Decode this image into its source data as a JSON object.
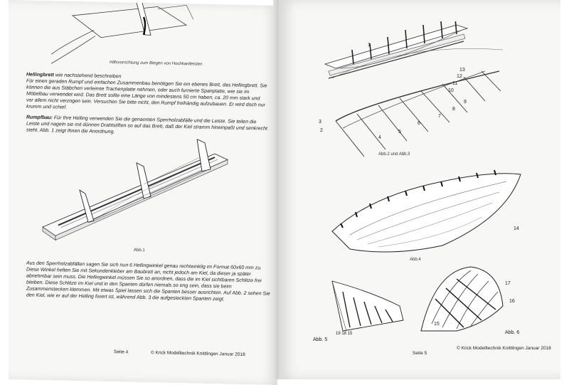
{
  "left_page": {
    "caption_top": "Hilfsvorrichtung zum Biegen von Hochkantleisten",
    "helling_heading": "Hellingbrett",
    "helling_heading_suffix": " wie nachstehend beschreiben",
    "para1": "Für einen geraden Rumpf und einfachen Zusammenbau benötigen Sie ein ebenes Brett, das Hellingbrett. Sie können die aus Stäbchen verleimte Trachenplatte nehmen, oder auch furnierte Spanplatte, wie sie im Möbelbau verwendet wird. Das Brett sollte eine Länge von mindestens 50 cm haben, ca. 20 mm stark und vor allem nicht verzogen sein. Versuchen Sie bitte nicht, den Rumpf freihändig aufzubauen. Er wird doch nur krumm und schief.",
    "rumpf_heading": "Rumpfbau:",
    "para2": "Für Ihre Helling verwenden Sie die genannten Sperrholzabfälle und die Leiste. Sie teilen die Leiste und nageln sie mit dünnen Drahtstiften so auf das Brett, daß der Kiel stramm hineinpaßt und senkrecht steht. Abb. 1 zeigt Ihnen die Anordnung.",
    "fig_caption": "Abb.1",
    "para3": "Aus den Sperrholzabfällen sagen Sie sich nun 6 Hellingwinkel genau rechtwinklig im Format 60x60 mm zu. Diese Winkel heften Sie mit Sekundenkleber am Baubrett an, nicht jedoch am Kiel, da dieser ja später abnehmbar sein muss. Die Hellingwinkel müssen Sie so anordnen, dass die im Kiel sichtbaren Schlitze frei bleiben. Diese Schlitze im Kiel und in den Spanten dürfen niemals so eng sein, dass sie beim Zusammenstecken klemmen. Mit etwas Spiel lassen sich die Spanten besser ausrichten. Auf Abb. 2 sehen Sie den Kiel, wie er auf der Helling fixiert ist, während Abb. 3 die aufgesteckten Spanten zeigt.",
    "page_num": "Seite 4",
    "footer": "© Krick Modelltechnik Knittlingen Januar 2018"
  },
  "right_page": {
    "fig23_caption": "Abb.2 und Abb.3",
    "fig4_caption": "Abb.4",
    "fig5_label": "Abb. 5",
    "fig6_label": "Abb. 6",
    "numbers_fig3": [
      "1",
      "2",
      "3",
      "4",
      "5",
      "6",
      "7",
      "8",
      "9",
      "10",
      "11",
      "12",
      "13"
    ],
    "num_14": "14",
    "num_15": "15",
    "num_16": "16",
    "num_17": "17",
    "num_fig5": "19 18 15",
    "page_num": "Seite 5",
    "footer": "© Krick Modelltechnik Knittlingen Januar 2018"
  }
}
